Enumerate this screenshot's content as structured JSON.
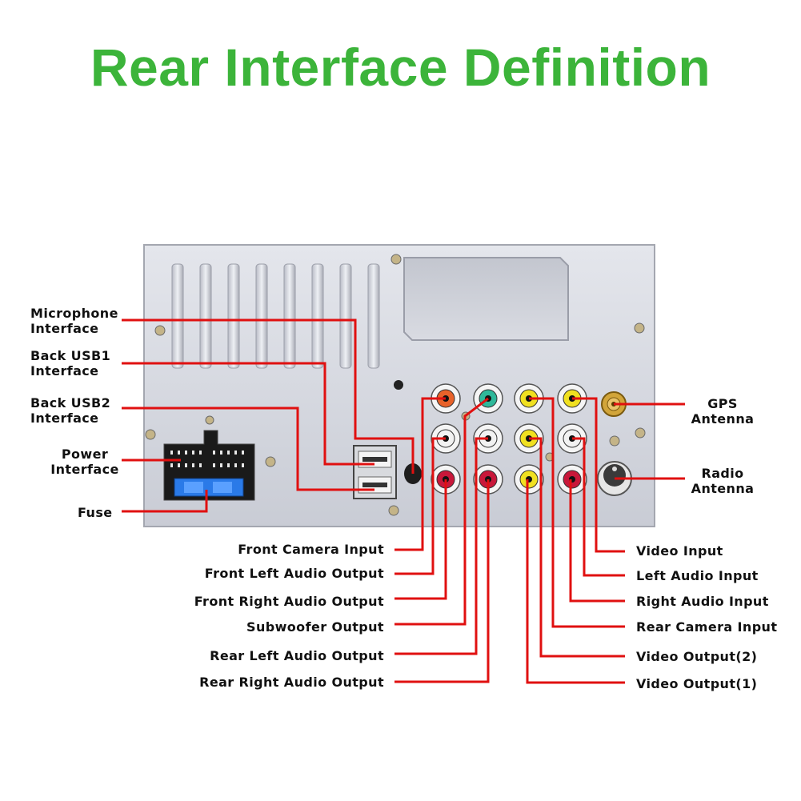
{
  "title": "Rear Interface Definition",
  "colors": {
    "title_green": "#3cb43a",
    "leader_red": "#e01010",
    "panel": "#d7d9e0",
    "rca_orange": "#e8622a",
    "rca_green": "#2fb89a",
    "rca_yellow": "#f0e020",
    "rca_white": "#f2f2f2",
    "rca_red": "#c8183a",
    "fuse_blue": "#2a7ae8"
  },
  "labels_left": {
    "microphone": [
      "Microphone",
      "Interface"
    ],
    "back_usb1": [
      "Back USB1",
      "Interface"
    ],
    "back_usb2": [
      "Back USB2",
      "Interface"
    ],
    "power": [
      "Power",
      "Interface"
    ],
    "fuse": "Fuse"
  },
  "labels_right": {
    "gps": [
      "GPS",
      "Antenna"
    ],
    "radio": [
      "Radio",
      "Antenna"
    ]
  },
  "labels_bottom_left": [
    "Front Camera Input",
    "Front Left Audio Output",
    "Front Right Audio Output",
    "Subwoofer Output",
    "Rear Left Audio Output",
    "Rear Right Audio Output"
  ],
  "labels_bottom_right": [
    "Video Input",
    "Left Audio Input",
    "Right Audio Input",
    "Rear Camera Input",
    "Video Output(2)",
    "Video Output(1)"
  ],
  "rca_jacks": [
    [
      "orange",
      "green",
      "yellow",
      "yellow"
    ],
    [
      "white",
      "white",
      "yellow",
      "white"
    ],
    [
      "red",
      "red",
      "yellow",
      "red"
    ]
  ],
  "icons": [
    "usb-port-icon",
    "microphone-jack-icon",
    "gps-connector-icon",
    "radio-connector-icon",
    "iso-connector-icon",
    "fuse-icon",
    "screw-icon"
  ]
}
